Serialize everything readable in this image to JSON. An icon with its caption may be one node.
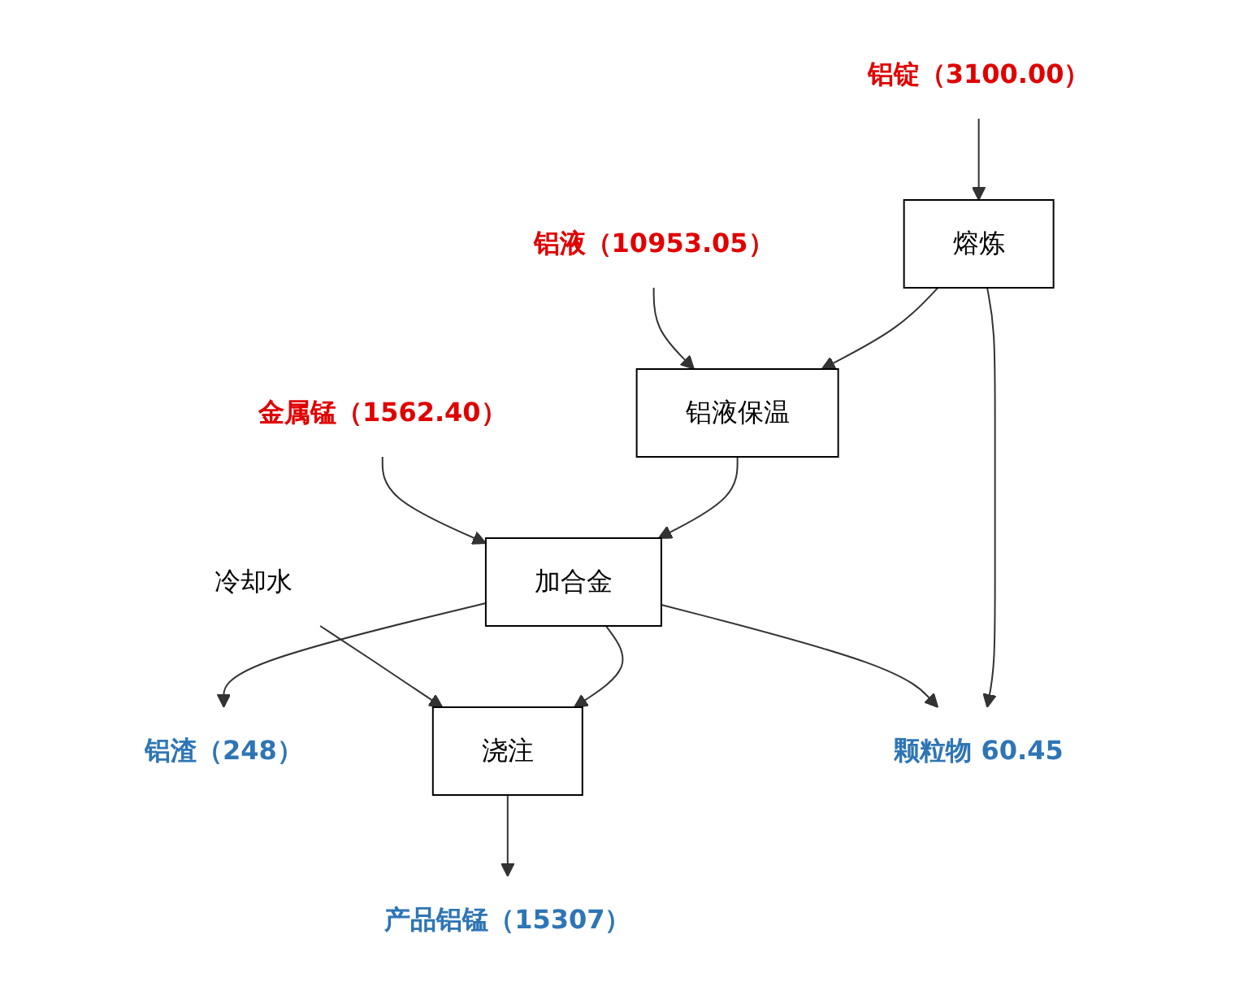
{
  "diagram": {
    "nodes": [
      {
        "text": [
          "铝锭（3100.00）"
        ]
      },
      {
        "text": [
          "熔炼"
        ]
      },
      {
        "text": [
          "铝液保温"
        ]
      },
      {
        "text": [
          "铝液（10953.05）"
        ]
      },
      {
        "text": [
          "加合金"
        ]
      },
      {
        "text": [
          "金属锰（1562.40）"
        ]
      },
      {
        "text": [
          "铝渣（248）"
        ]
      },
      {
        "text": [
          "浇注"
        ]
      },
      {
        "text": [
          "冷却水"
        ]
      },
      {
        "text": [
          "产品铝锰（15307）"
        ]
      },
      {
        "text": [
          "颗粒物 60.45"
        ]
      }
    ],
    "edges": [
      {
        "from": 0,
        "to": 1,
        "arrow": "to"
      },
      {
        "from": 1,
        "to": 2,
        "arrow": "to"
      },
      {
        "from": 3,
        "to": 2,
        "arrow": "to"
      },
      {
        "from": 2,
        "to": 4,
        "arrow": "to"
      },
      {
        "from": 5,
        "to": 4,
        "arrow": "to"
      },
      {
        "from": 4,
        "to": 6,
        "arrow": "to"
      },
      {
        "from": 4,
        "to": 7,
        "arrow": "to"
      },
      {
        "from": 8,
        "to": 7,
        "arrow": "to"
      },
      {
        "from": 7,
        "to": 9,
        "arrow": "to"
      },
      {
        "from": 1,
        "to": 10,
        "arrow": "to"
      },
      {
        "from": 4,
        "to": 10,
        "arrow": "to"
      }
    ]
  }
}
